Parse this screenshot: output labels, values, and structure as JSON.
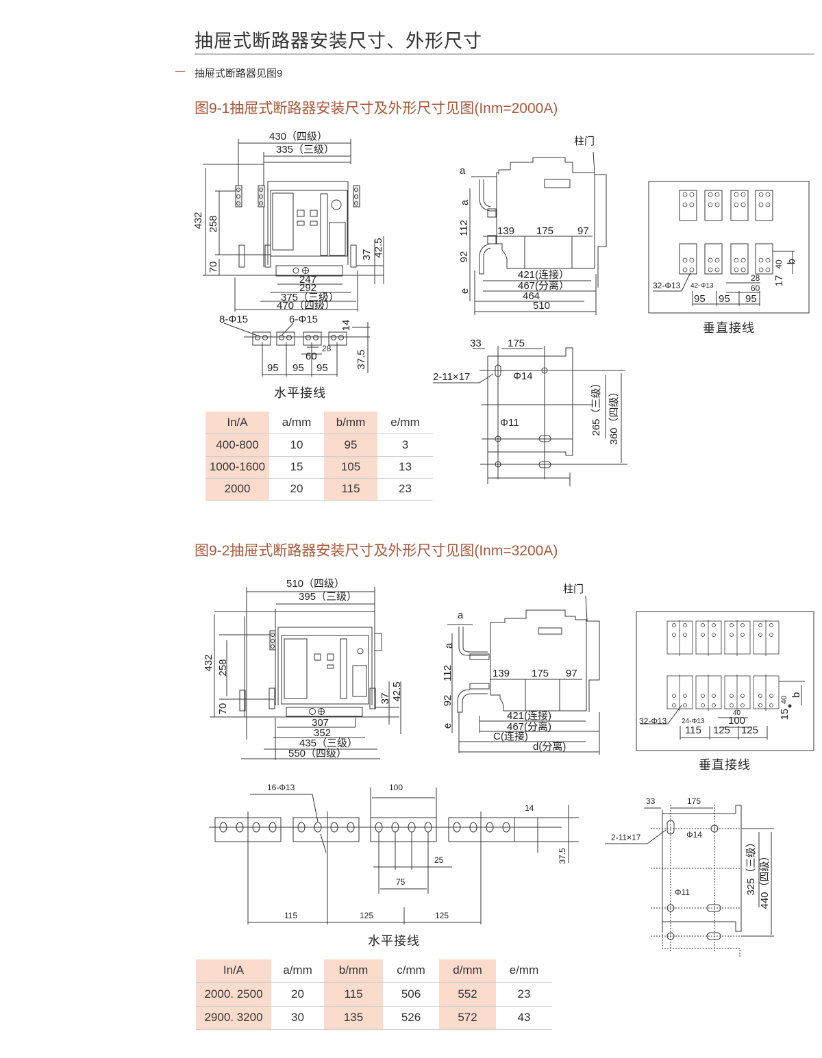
{
  "header": {
    "title": "抽屉式断路器安装尺寸、外形尺寸",
    "subtitle": "抽屉式断路器见图9"
  },
  "fig1": {
    "title": "图9-1抽屉式断路器安装尺寸及外形尺寸见图(Inm=2000A)",
    "front": [
      "430（四级）",
      "335（三级）",
      "432",
      "258",
      "70",
      "37",
      "42.5",
      "247",
      "292",
      "375（三级）",
      "470（四级）"
    ],
    "horizontal": [
      "8-Φ15",
      "6-Φ15",
      "14",
      "28",
      "60",
      "95",
      "95",
      "95",
      "37.5"
    ],
    "horizontal_caption": "水平接线",
    "side": [
      "柱门",
      "a",
      "a",
      "112",
      "139",
      "175",
      "97",
      "92",
      "421(连接）",
      "467(分离）",
      "464",
      "510",
      "e"
    ],
    "vertical": [
      "32-Φ13",
      "42-Φ13",
      "28",
      "60",
      "95",
      "95",
      "95",
      "40",
      "b",
      "17"
    ],
    "vertical_caption": "垂直接线",
    "mount": [
      "33",
      "175",
      "2-11×17",
      "Φ14",
      "Φ11",
      "265（三级）",
      "360（四级）"
    ],
    "table": {
      "headers": [
        "In/A",
        "a/mm",
        "b/mm",
        "e/mm"
      ],
      "rows": [
        [
          "400-800",
          "10",
          "95",
          "3"
        ],
        [
          "1000-1600",
          "15",
          "105",
          "13"
        ],
        [
          "2000",
          "20",
          "115",
          "23"
        ]
      ]
    }
  },
  "fig2": {
    "title": "图9-2抽屉式断路器安装尺寸及外形尺寸见图(Inm=3200A)",
    "front": [
      "510（四级）",
      "395（三级）",
      "432",
      "258",
      "70",
      "37",
      "42.5",
      "307",
      "352",
      "435（三级）",
      "550（四级）"
    ],
    "side": [
      "柱门",
      "a",
      "a",
      "112",
      "139",
      "175",
      "97",
      "92",
      "e",
      "421(连接)",
      "467(分离)",
      "C(连接)",
      "d(分离)"
    ],
    "vertical": [
      "32-Φ13",
      "24-Φ13",
      "40",
      "100",
      "115",
      "125",
      "125",
      "40",
      "b",
      "15"
    ],
    "vertical_caption": "垂直接线",
    "horizontal": [
      "16-Φ13",
      "100",
      "14",
      "25",
      "75",
      "37.5",
      "115",
      "125",
      "125"
    ],
    "horizontal_caption": "水平接线",
    "mount": [
      "33",
      "175",
      "2-11×17",
      "Φ14",
      "Φ11",
      "325（三级）",
      "440（四级）"
    ],
    "table": {
      "headers": [
        "In/A",
        "a/mm",
        "b/mm",
        "c/mm",
        "d/mm",
        "e/mm"
      ],
      "rows": [
        [
          "2000. 2500",
          "20",
          "115",
          "506",
          "552",
          "23"
        ],
        [
          "2900. 3200",
          "30",
          "135",
          "526",
          "572",
          "43"
        ]
      ]
    }
  },
  "colors": {
    "accent": "#a8583a",
    "table_shade": "#fbdccc",
    "rule": "#bbbbbb"
  }
}
